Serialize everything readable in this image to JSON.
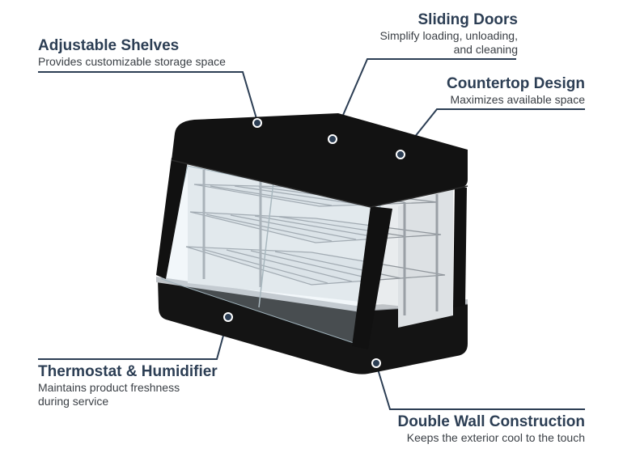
{
  "callouts": {
    "adjustable_shelves": {
      "title": "Adjustable Shelves",
      "desc": "Provides customizable storage space"
    },
    "sliding_doors": {
      "title": "Sliding Doors",
      "desc_line1": "Simplify loading, unloading,",
      "desc_line2": "and cleaning"
    },
    "countertop_design": {
      "title": "Countertop Design",
      "desc": "Maximizes available space"
    },
    "thermostat": {
      "title": "Thermostat & Humidifier",
      "desc_line1": "Maintains product freshness",
      "desc_line2": "during service"
    },
    "double_wall": {
      "title": "Double Wall Construction",
      "desc": "Keeps the exterior cool to the touch"
    }
  },
  "colors": {
    "accent": "#2c3e54",
    "cabinet": "#111111",
    "steel": "#c8ccd0"
  }
}
